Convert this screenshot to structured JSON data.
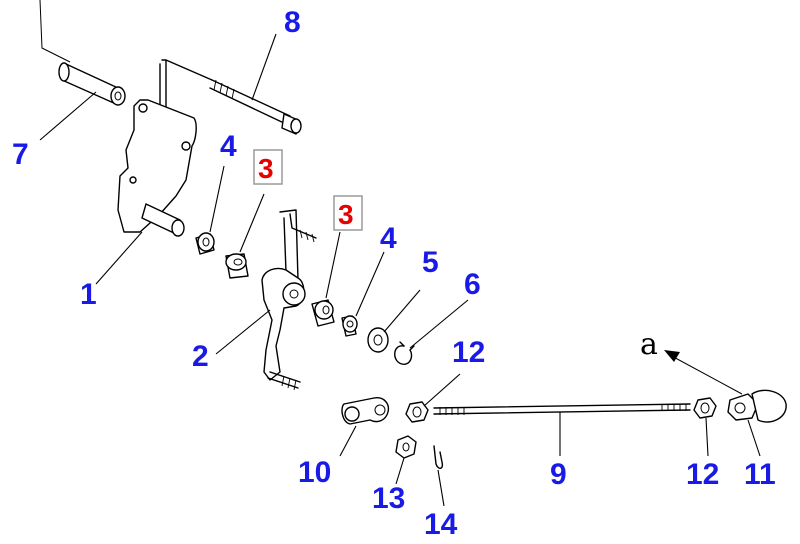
{
  "colors": {
    "callout": "#1a1ae6",
    "callout_highlight": "#e60000",
    "highlight_box_border": "#9a9a9a",
    "line": "#000000",
    "background": "#ffffff"
  },
  "view_label": "a",
  "callouts": [
    {
      "id": "c7",
      "label": "7"
    },
    {
      "id": "c8",
      "label": "8"
    },
    {
      "id": "c4a",
      "label": "4"
    },
    {
      "id": "c3a",
      "label": "3",
      "highlighted": true
    },
    {
      "id": "c3b",
      "label": "3",
      "highlighted": true
    },
    {
      "id": "c4b",
      "label": "4"
    },
    {
      "id": "c1",
      "label": "1"
    },
    {
      "id": "c5",
      "label": "5"
    },
    {
      "id": "c6",
      "label": "6"
    },
    {
      "id": "c2",
      "label": "2"
    },
    {
      "id": "c12a",
      "label": "12"
    },
    {
      "id": "c10",
      "label": "10"
    },
    {
      "id": "c9",
      "label": "9"
    },
    {
      "id": "c12b",
      "label": "12"
    },
    {
      "id": "c11",
      "label": "11"
    },
    {
      "id": "c13",
      "label": "13"
    },
    {
      "id": "c14",
      "label": "14"
    }
  ]
}
